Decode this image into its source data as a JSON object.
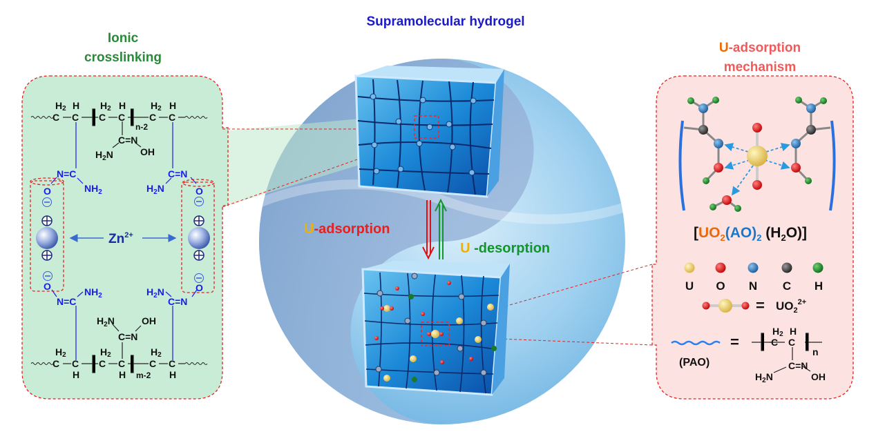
{
  "left": {
    "title_line1": "Ionic",
    "title_line2": "crosslinking",
    "title_color": "#2a8a3a",
    "panel_color": "#c8ecd6",
    "H2": "H",
    "two": "2",
    "H": "H",
    "C": "C",
    "n_repeat": "n-2",
    "m_repeat": "m-2",
    "CN": "C=N",
    "NC": "N=C",
    "H2N": "H",
    "N": "N",
    "OH": "OH",
    "O": "O",
    "NH": "NH",
    "zn": "Zn",
    "zn_charge": "2+",
    "minus": "−",
    "plus": "+"
  },
  "center": {
    "title": "Supramolecular hydrogel",
    "title_color": "#1a1acc",
    "adsorption_u": "U",
    "adsorption_rest": "-adsorption",
    "desorption_u": "U",
    "desorption_rest": " -desorption"
  },
  "right": {
    "title_u": "U",
    "title_rest": "-adsorption",
    "title_line2": "mechanism",
    "panel_color": "#fde2e2",
    "formula": {
      "open": "[",
      "uo": "UO",
      "sub2": "2",
      "ao": "(AO)",
      "ao_sub": "2",
      "h2o_a": " (H",
      "h2o_sub": "2",
      "h2o_b": "O)",
      "close": "]"
    },
    "legend": [
      {
        "label": "U",
        "color": "#f2d470"
      },
      {
        "label": "O",
        "color": "#e01010"
      },
      {
        "label": "N",
        "color": "#2a78c0"
      },
      {
        "label": "C",
        "color": "#333333"
      },
      {
        "label": "H",
        "color": "#1a8a2a"
      }
    ],
    "uranyl_eq": "=",
    "uranyl": "UO",
    "uranyl_sub": "2",
    "uranyl_sup": "2+",
    "pao_eq": "=",
    "pao_label": "(PAO)",
    "pao_n": "n",
    "H2": "H",
    "two": "2",
    "H": "H",
    "C": "C",
    "CN": "C=N",
    "H2N": "H",
    "N": "N",
    "OH": "OH"
  }
}
